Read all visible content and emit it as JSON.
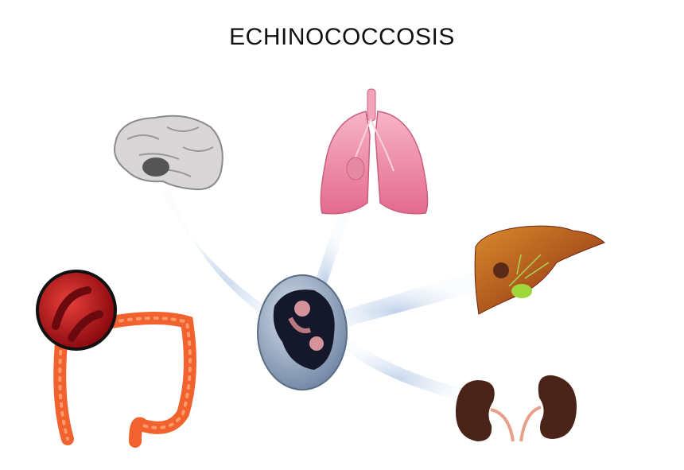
{
  "title": "ECHINOCOCCOSIS",
  "colors": {
    "ray": "#c9d9ee",
    "brain": "#d9d6d8",
    "lungs": "#f08aa6",
    "liver": "#a8431c",
    "gallbladder": "#9fd63a",
    "kidney": "#4a2418",
    "intestine": "#f2622e",
    "magnifier": "#b8141a",
    "cyst": "#8fa2bb"
  },
  "organs": [
    "brain",
    "lungs",
    "liver",
    "kidneys",
    "intestine"
  ]
}
